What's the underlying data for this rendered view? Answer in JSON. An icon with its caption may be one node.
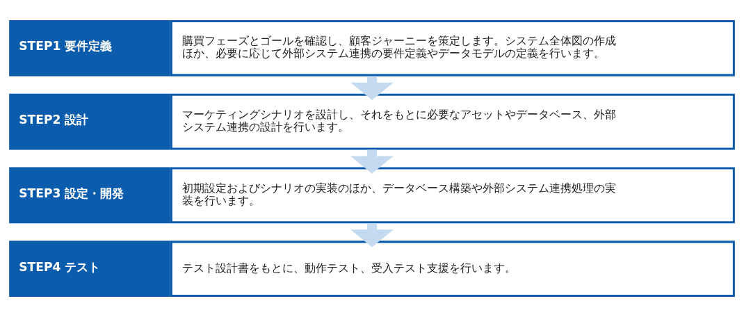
{
  "diagram": {
    "nodes": [
      {
        "text": [
          "STEP1 要件定義",
          "購買フェーズとゴールを確認し、顧客ジャーニーを策定します。システム全体図の作成ほか、必要に応じて外部システム連携の要件定義やデータモデルの定義を行います。"
        ]
      },
      {
        "text": [
          "STEP2 設計",
          "マーケティングシナリオを設計し、それをもとに必要なアセットやデータベース、外部システム連携の設計を行います。"
        ]
      },
      {
        "text": [
          "STEP3 設定・開発",
          "初期設定およびシナリオの実装のほか、データベース構築や外部システム連携処理の実装を行います。"
        ]
      },
      {
        "text": [
          "STEP4 テスト",
          "テスト設計書をもとに、動作テスト、受入テスト支援を行います。"
        ]
      }
    ],
    "edges": [
      {
        "from": 0,
        "to": 1,
        "arrow": "to"
      },
      {
        "from": 1,
        "to": 2,
        "arrow": "to"
      },
      {
        "from": 2,
        "to": 3,
        "arrow": "to"
      }
    ]
  }
}
